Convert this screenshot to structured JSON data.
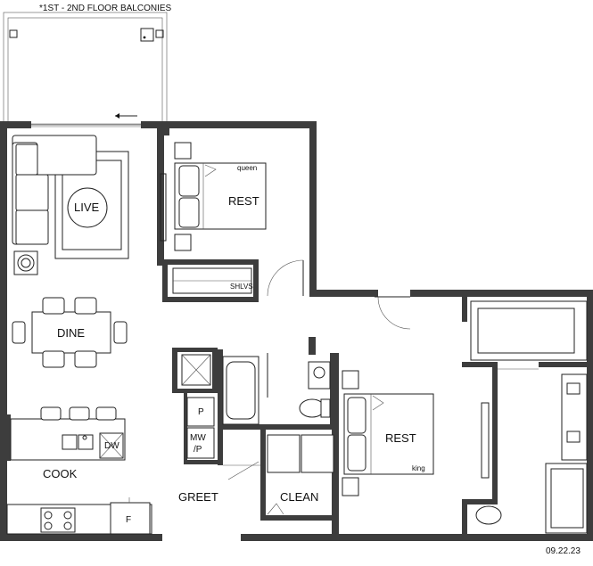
{
  "plan": {
    "balcony_note": "*1ST - 2ND FLOOR BALCONIES",
    "date": "09.22.23"
  },
  "rooms": {
    "live": "LIVE",
    "dine": "DINE",
    "cook": "COOK",
    "greet": "GREET",
    "clean": "CLEAN",
    "rest_1": "REST",
    "rest_2": "REST"
  },
  "labels": {
    "queen": "queen",
    "king": "king",
    "shelves": "SHLVS",
    "dishwasher": "DW",
    "fridge": "F",
    "pantry": "P",
    "microwave_pantry_1": "MW",
    "microwave_pantry_2": "/P"
  }
}
